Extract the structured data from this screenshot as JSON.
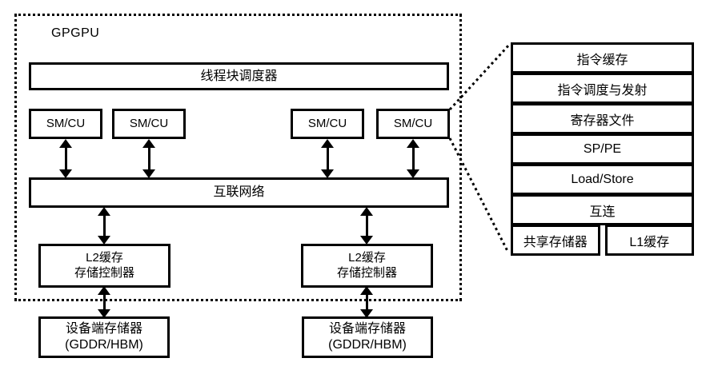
{
  "gpgpu": {
    "label": "GPGPU",
    "scheduler_label": "线程块调度器",
    "sm_cu_boxes": [
      "SM/CU",
      "SM/CU",
      "SM/CU",
      "SM/CU"
    ],
    "interconnect_label": "互联网络",
    "l2_boxes": [
      {
        "line1": "L2缓存",
        "line2": "存储控制器"
      },
      {
        "line1": "L2缓存",
        "line2": "存储控制器"
      }
    ]
  },
  "device_memory_boxes": [
    {
      "line1": "设备端存储器",
      "line2": "(GDDR/HBM)"
    },
    {
      "line1": "设备端存储器",
      "line2": "(GDDR/HBM)"
    }
  ],
  "sm_detail": {
    "rows": [
      "指令缓存",
      "指令调度与发射",
      "寄存器文件",
      "SP/PE",
      "Load/Store",
      "互连"
    ],
    "bottom_row": {
      "left": "共享存储器",
      "right": "L1缓存"
    }
  },
  "colors": {
    "line": "#000000",
    "background": "#ffffff"
  }
}
